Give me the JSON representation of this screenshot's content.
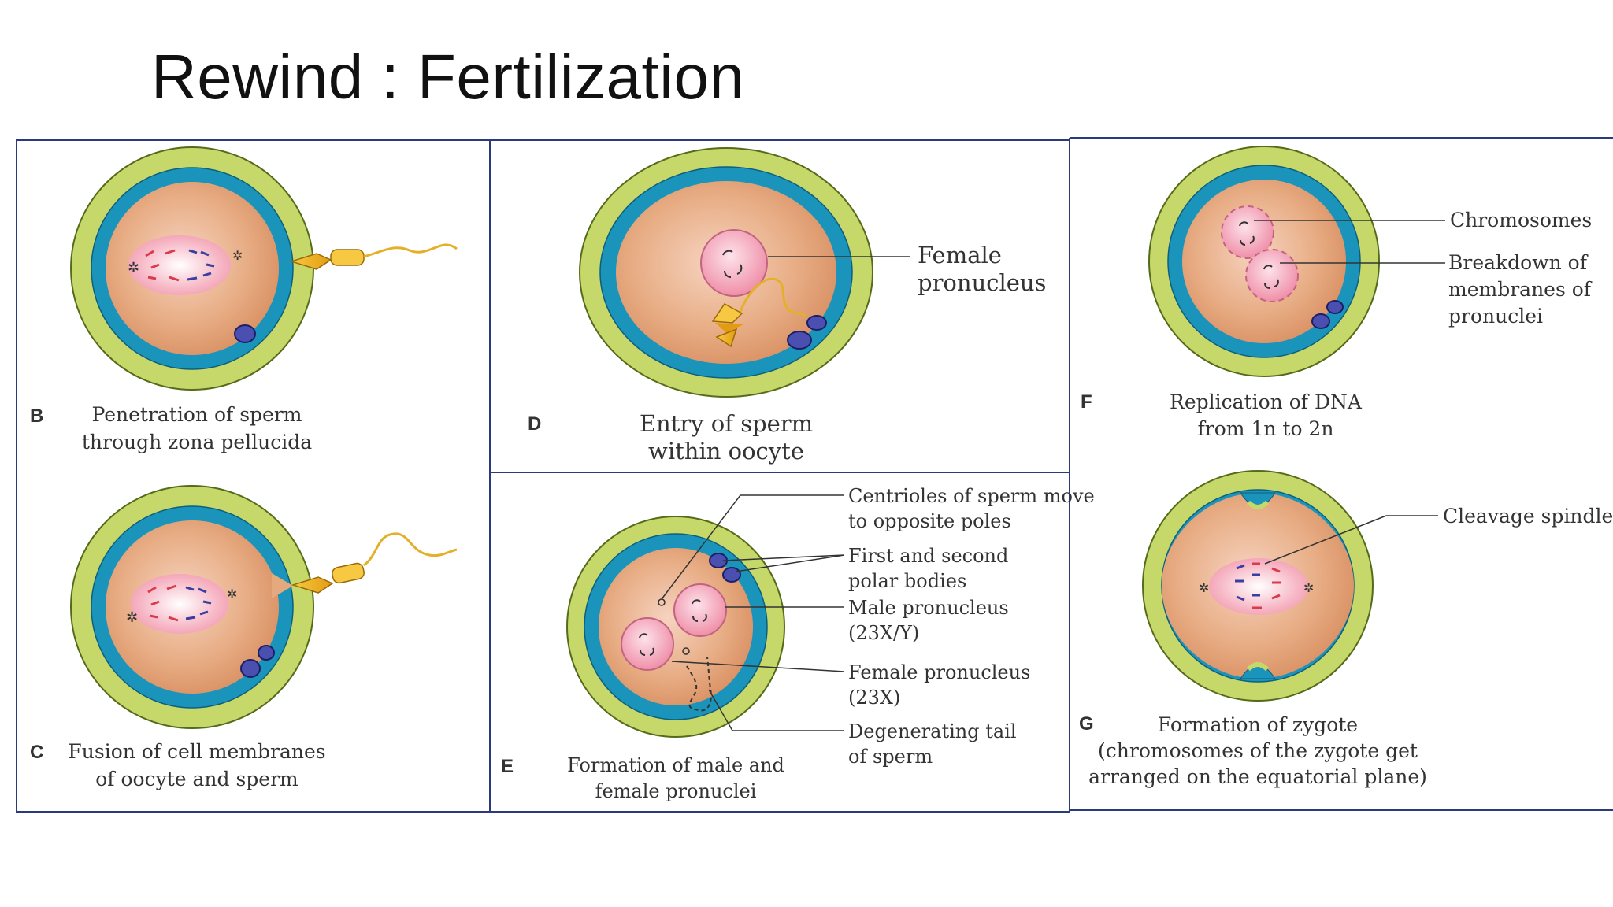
{
  "title": "Rewind : Fertilization",
  "panels": {
    "B": {
      "letter": "B",
      "caption": [
        "Penetration of sperm",
        "through zona pellucida"
      ]
    },
    "C": {
      "letter": "C",
      "caption": [
        "Fusion of cell membranes",
        "of oocyte and sperm"
      ]
    },
    "D": {
      "letter": "D",
      "caption": [
        "Entry of sperm",
        "within oocyte"
      ],
      "labels": [
        "Female",
        "pronucleus"
      ]
    },
    "E": {
      "letter": "E",
      "caption": [
        "Formation of male and",
        "female pronuclei"
      ],
      "labels": [
        "Centrioles of sperm move",
        "to opposite poles",
        "First and second",
        "polar bodies",
        "Male pronucleus",
        "(23X/Y)",
        "Female pronucleus",
        "(23X)",
        "Degenerating tail",
        "of sperm"
      ]
    },
    "F": {
      "letter": "F",
      "caption": [
        "Replication of DNA",
        "from 1n to 2n"
      ],
      "labels": [
        "Chromosomes",
        "Breakdown of",
        "membranes of",
        "pronuclei"
      ]
    },
    "G": {
      "letter": "G",
      "caption": [
        "Formation of zygote",
        "(chromosomes of the zygote get",
        "arranged on the equatorial plane)"
      ],
      "labels": [
        "Cleavage spindle"
      ]
    }
  },
  "colors": {
    "zona": "#c6d86a",
    "membrane": "#1b94bb",
    "cytoplasm": "#e4a97c",
    "pronucleus": "#f3a8bc",
    "sperm": "#f2b424",
    "polar_body": "#4a4fb0",
    "chromosome_red": "#d93a4e",
    "chromosome_blue": "#3a3fa0",
    "border": "#2a3a7a"
  }
}
